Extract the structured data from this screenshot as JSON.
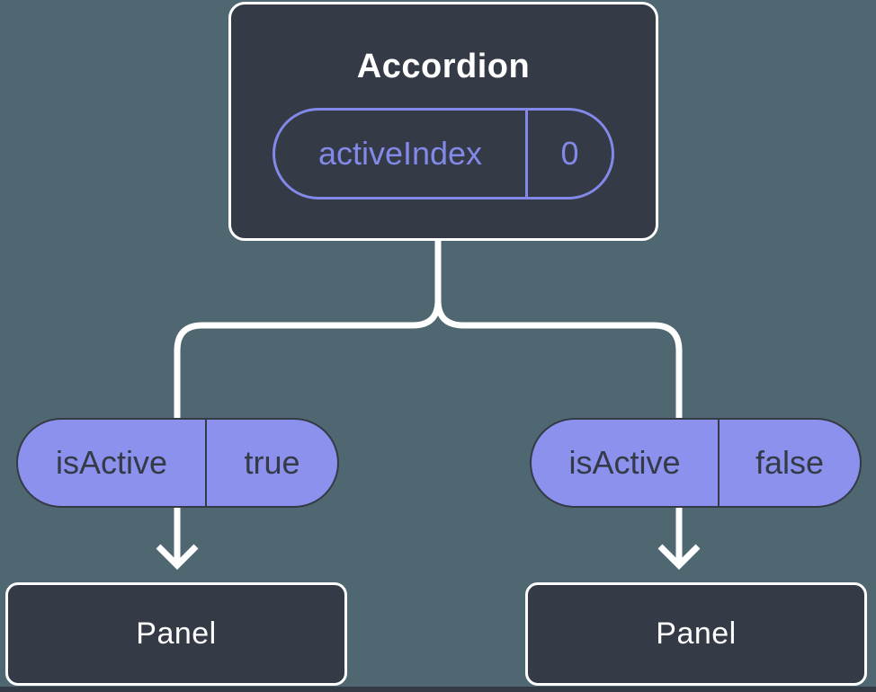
{
  "diagram": {
    "root": {
      "title": "Accordion",
      "state_pill": {
        "name": "activeIndex",
        "value": "0"
      }
    },
    "branches": [
      {
        "prop_pill": {
          "name": "isActive",
          "value": "true"
        },
        "child": {
          "title": "Panel"
        }
      },
      {
        "prop_pill": {
          "name": "isActive",
          "value": "false"
        },
        "child": {
          "title": "Panel"
        }
      }
    ],
    "colors": {
      "background": "#4F6770",
      "node_fill": "#343A46",
      "node_border": "#FFFFFF",
      "prop_pill_fill": "#8B91EC",
      "state_pill_accent": "#8289E8",
      "connector": "#FFFFFF",
      "dark_text": "#343A46",
      "light_text": "#FFFFFF"
    }
  }
}
